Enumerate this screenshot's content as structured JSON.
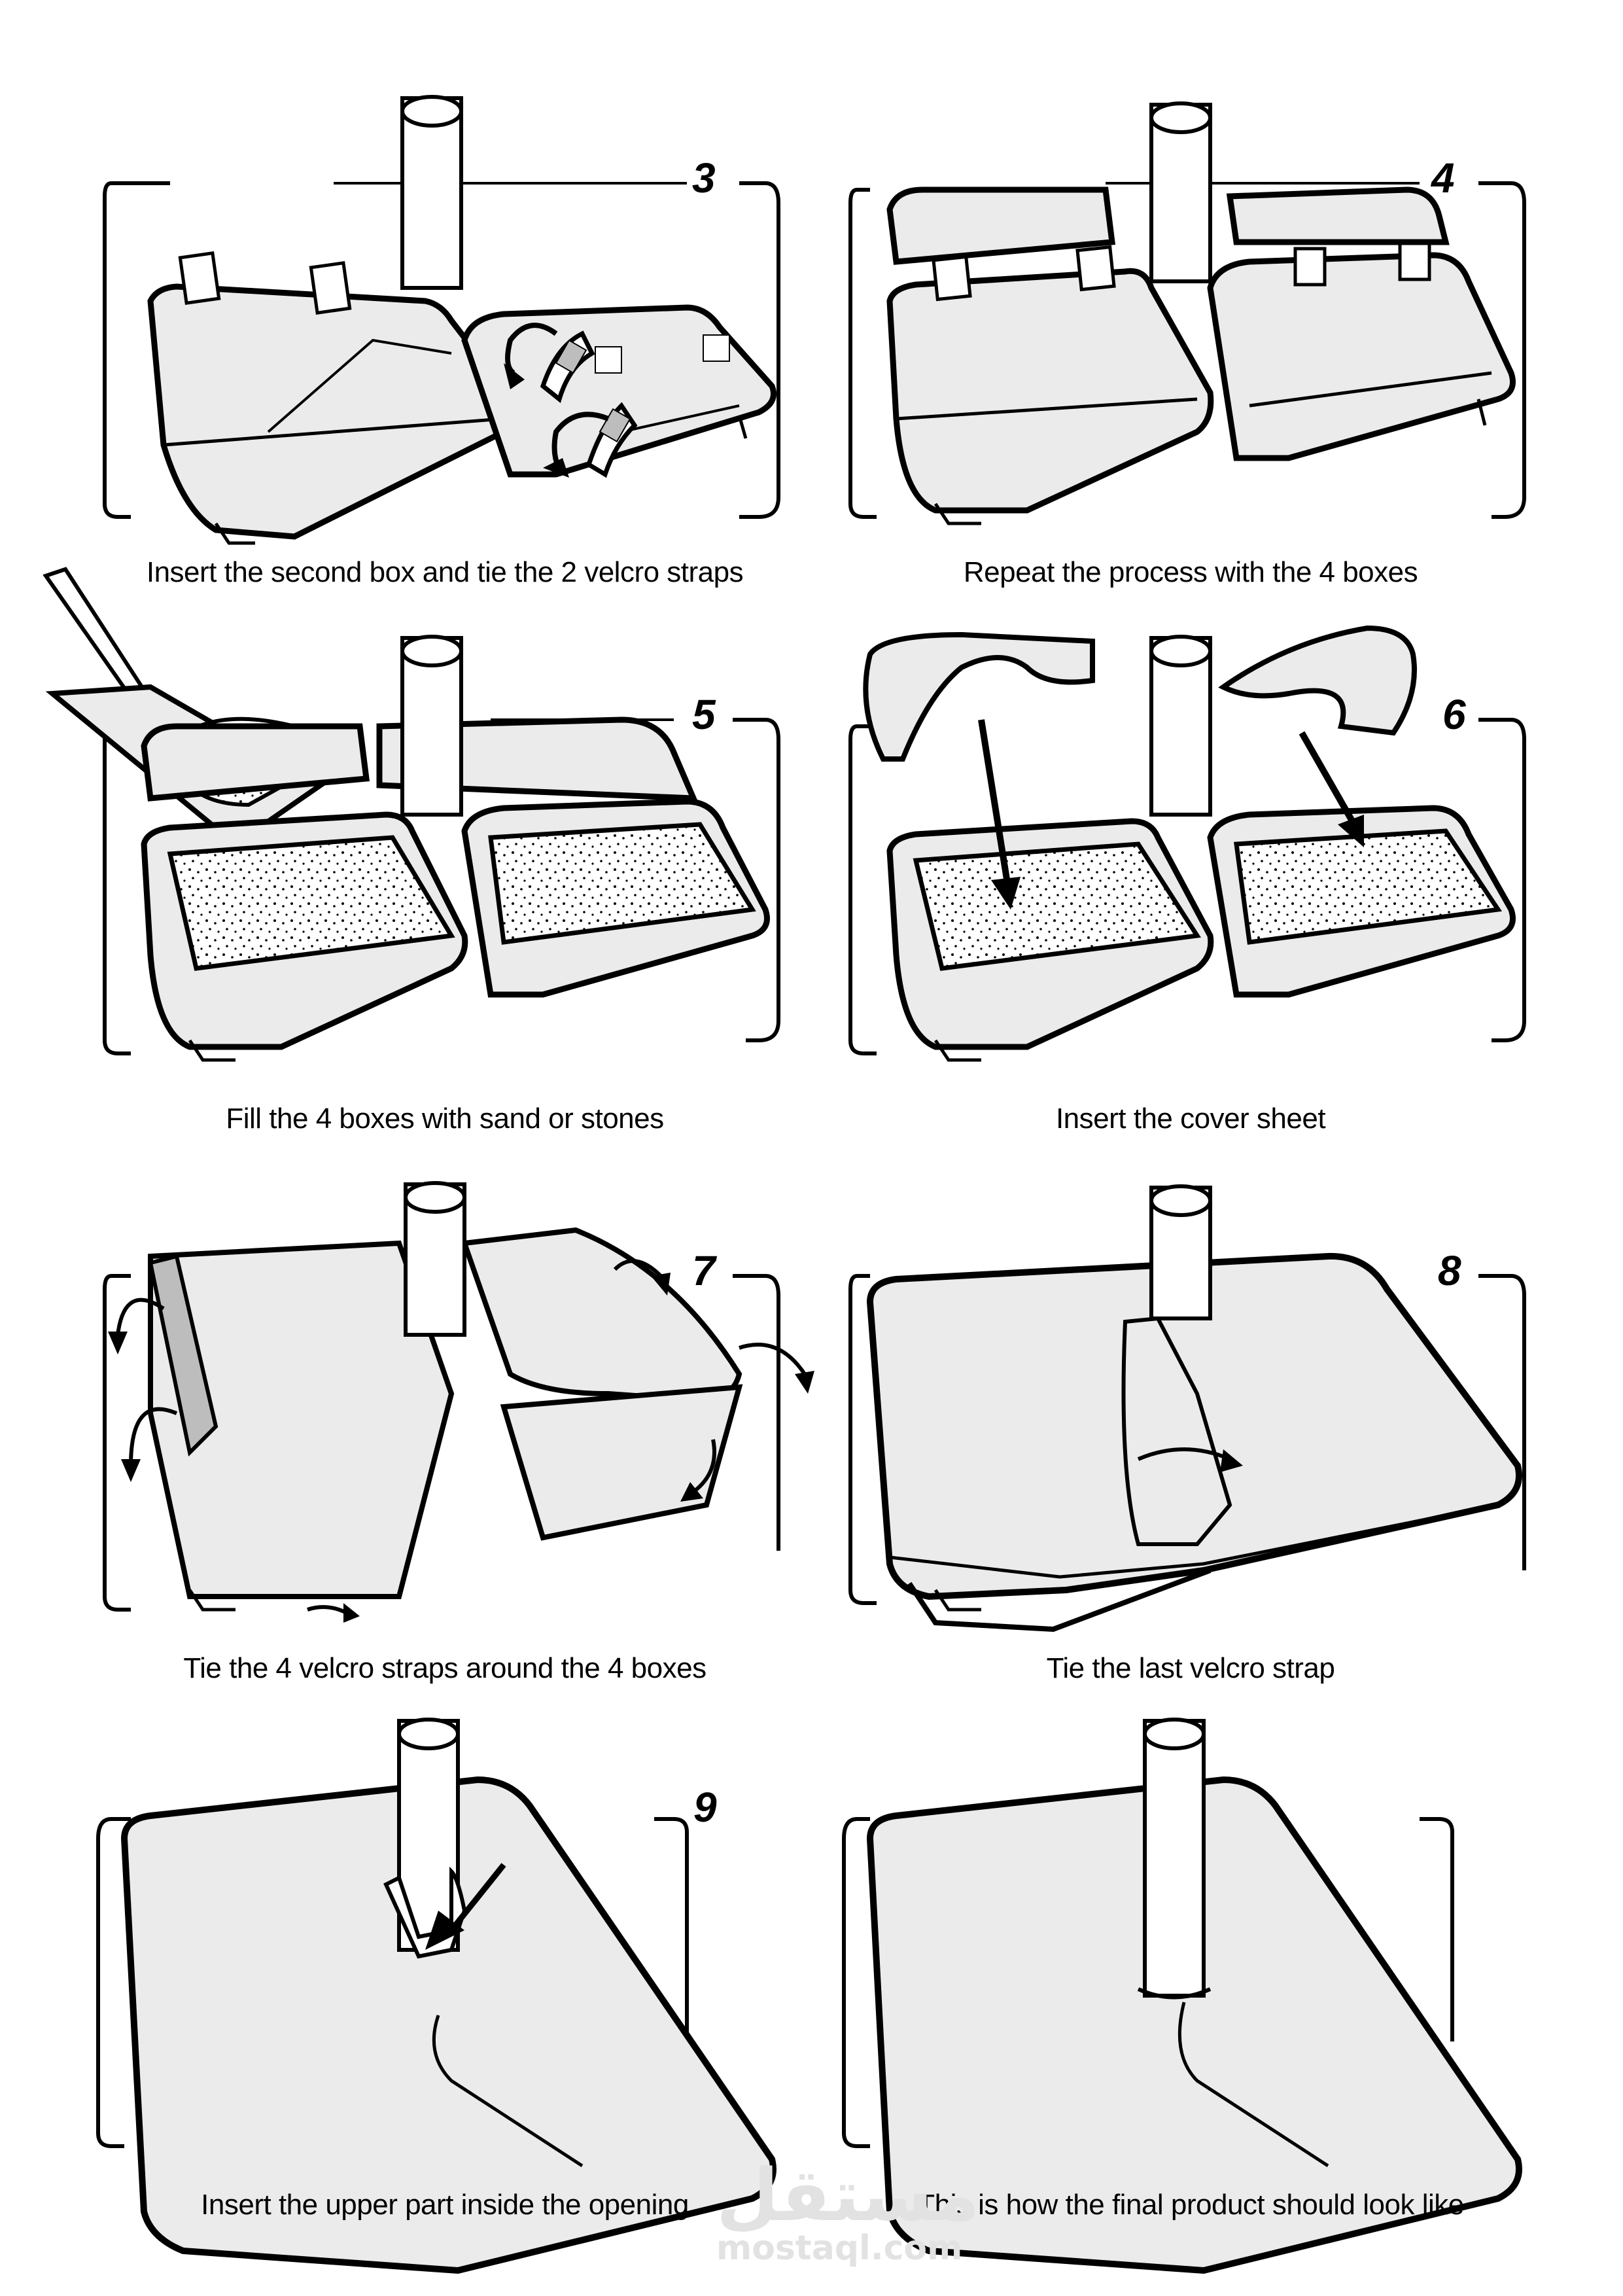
{
  "document": {
    "type": "assembly-instructions",
    "colors": {
      "line": "#000000",
      "box_fill": "#ebebeb",
      "velcro_pad": "#bdbdbd",
      "sand_fill": "#ffffff",
      "watermark": "#e2e2e2"
    },
    "steps": [
      {
        "number": "3",
        "caption": "Insert the second box and tie the 2 velcro straps",
        "illustration": "two-boxes-velcro-arrows"
      },
      {
        "number": "4",
        "caption": "Repeat the process with the 4 boxes",
        "illustration": "four-boxes-around-pole"
      },
      {
        "number": "5",
        "caption": "Fill the 4 boxes with sand or stones",
        "illustration": "shovel-filling-sand"
      },
      {
        "number": "6",
        "caption": "Insert the cover sheet",
        "illustration": "cover-sheets-down-arrows"
      },
      {
        "number": "7",
        "caption": "Tie the 4 velcro straps around the 4 boxes",
        "illustration": "cover-folding-velcro-arrows"
      },
      {
        "number": "8",
        "caption": "Tie the last velcro strap",
        "illustration": "last-strap-closing"
      },
      {
        "number": "9",
        "caption": "Insert the upper part inside the opening",
        "illustration": "tuck-upper-part-arrow"
      },
      {
        "number": "",
        "caption": "This is how the final product should look like",
        "illustration": "final-product"
      }
    ]
  },
  "watermark": {
    "arabic": "مستقل",
    "latin": "mostaql.com"
  }
}
